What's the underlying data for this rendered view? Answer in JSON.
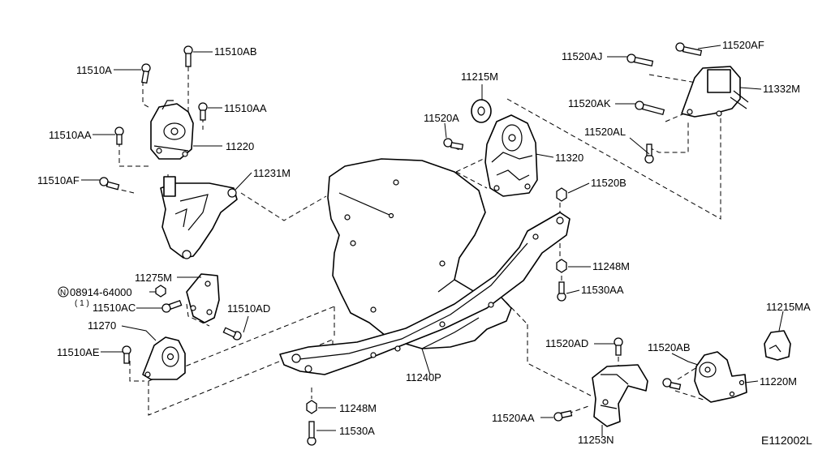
{
  "labels": {
    "l11510AB": "11510AB",
    "l11510A": "11510A",
    "l11510AA_r": "11510AA",
    "l11510AA_l": "11510AA",
    "l11220": "11220",
    "l11510AF": "11510AF",
    "l11231M": "11231M",
    "l11275M": "11275M",
    "l08914": "08914-64000",
    "l08914_qty": "( 1 )",
    "l08914_prefix": "N",
    "l11510AC": "11510AC",
    "l11510AD": "11510AD",
    "l11270": "11270",
    "l11510AE": "11510AE",
    "l11215M": "11215M",
    "l11520A": "11520A",
    "l11320": "11320",
    "l11520B": "11520B",
    "l11520AJ": "11520AJ",
    "l11520AF": "11520AF",
    "l11332M": "11332M",
    "l11520AK": "11520AK",
    "l11520AL": "11520AL",
    "l11248M_u": "11248M",
    "l11530AA": "11530AA",
    "l11240P": "11240P",
    "l11248M_l": "11248M",
    "l11530A": "11530A",
    "l11215MA": "11215MA",
    "l11520AD": "11520AD",
    "l11520AB": "11520AB",
    "l11220M": "11220M",
    "l11520AA": "11520AA",
    "l11253N": "11253N",
    "code": "E112002L"
  }
}
